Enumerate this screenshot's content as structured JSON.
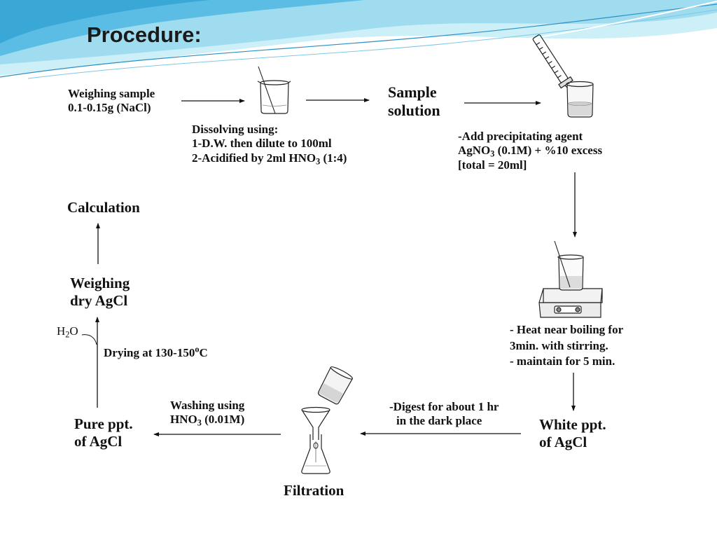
{
  "title": "Procedure:",
  "colors": {
    "wave_light": "#cdeff8",
    "wave_mid": "#86d1ea",
    "wave_dark": "#3aa8d6",
    "wave_line": "#2b8fc4",
    "text": "#111111"
  },
  "steps": {
    "weighing_sample": {
      "line1": "Weighing sample",
      "line2": "0.1-0.15g (NaCl)"
    },
    "dissolving": {
      "line1": "Dissolving using:",
      "line2": "1-D.W. then dilute to 100ml",
      "line3_pre": "2-Acidified by 2ml HNO",
      "line3_sub": "3",
      "line3_post": " (1:4)"
    },
    "sample_solution": {
      "line1": "Sample",
      "line2": "solution"
    },
    "precipitating": {
      "line1": "-Add precipitating agent",
      "line2_pre": "AgNO",
      "line2_sub": "3",
      "line2_post": " (0.1M) + %10 excess",
      "line3": "[total = 20ml]"
    },
    "heat": {
      "line1": "- Heat near boiling for",
      "line2": "3min. with stirring.",
      "line3": "- maintain for 5 min."
    },
    "white_ppt": {
      "line1": "White ppt.",
      "line2": "of AgCl"
    },
    "digest": {
      "line1": "-Digest for about 1 hr",
      "line2": "in the dark place"
    },
    "filtration": "Filtration",
    "washing": {
      "line1": "Washing using",
      "line2_pre": "HNO",
      "line2_sub": "3",
      "line2_post": " (0.01M)"
    },
    "pure_ppt": {
      "line1": "Pure ppt.",
      "line2": "of AgCl"
    },
    "drying": {
      "pre": "Drying at 130-150",
      "sup": "o",
      "post": "C"
    },
    "h2o": {
      "pre": "H",
      "sub": "2",
      "post": "O"
    },
    "weighing_dry": {
      "line1": "Weighing",
      "line2": "dry AgCl"
    },
    "calculation": "Calculation"
  },
  "icons": [
    "beaker-with-rod-icon",
    "burette-icon",
    "beaker-icon",
    "hot-plate-stirrer-icon",
    "pouring-beaker-icon",
    "funnel-flask-icon"
  ]
}
